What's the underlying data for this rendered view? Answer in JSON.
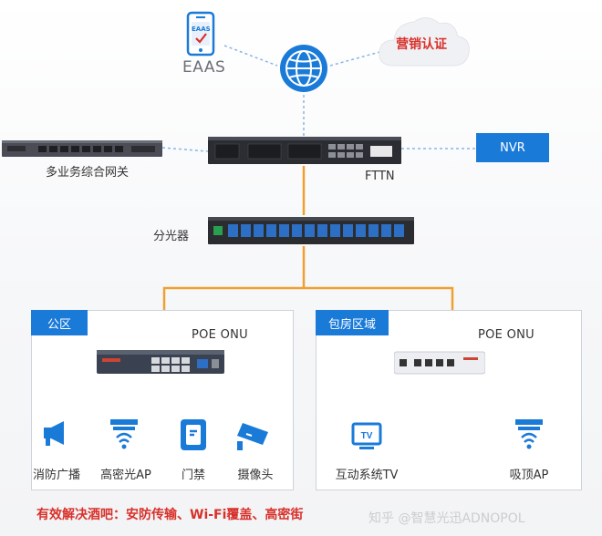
{
  "top": {
    "eaas_label": "EAAS",
    "phone_text": "EAAS",
    "cloud_label": "营销认证"
  },
  "devices": {
    "gateway_label": "多业务综合网关",
    "fttn_label": "FTTN",
    "nvr_label": "NVR",
    "splitter_label": "分光器"
  },
  "zones": [
    {
      "tag": "公区",
      "onu_label": "POE ONU",
      "endpoints": [
        "消防广播",
        "高密光AP",
        "门禁",
        "摄像头"
      ]
    },
    {
      "tag": "包房区域",
      "onu_label": "POE ONU",
      "endpoints": [
        "互动系统TV",
        "吸顶AP"
      ]
    }
  ],
  "footer": {
    "text": "有效解决酒吧：安防传输、Wi-Fi覆盖、高密街",
    "watermark": "知乎 @智慧光迅ADNOPOL"
  },
  "colors": {
    "blue": "#1a7ad8",
    "orange": "#f0a030",
    "red": "#d8302a",
    "dotted": "#8ab4e6"
  }
}
